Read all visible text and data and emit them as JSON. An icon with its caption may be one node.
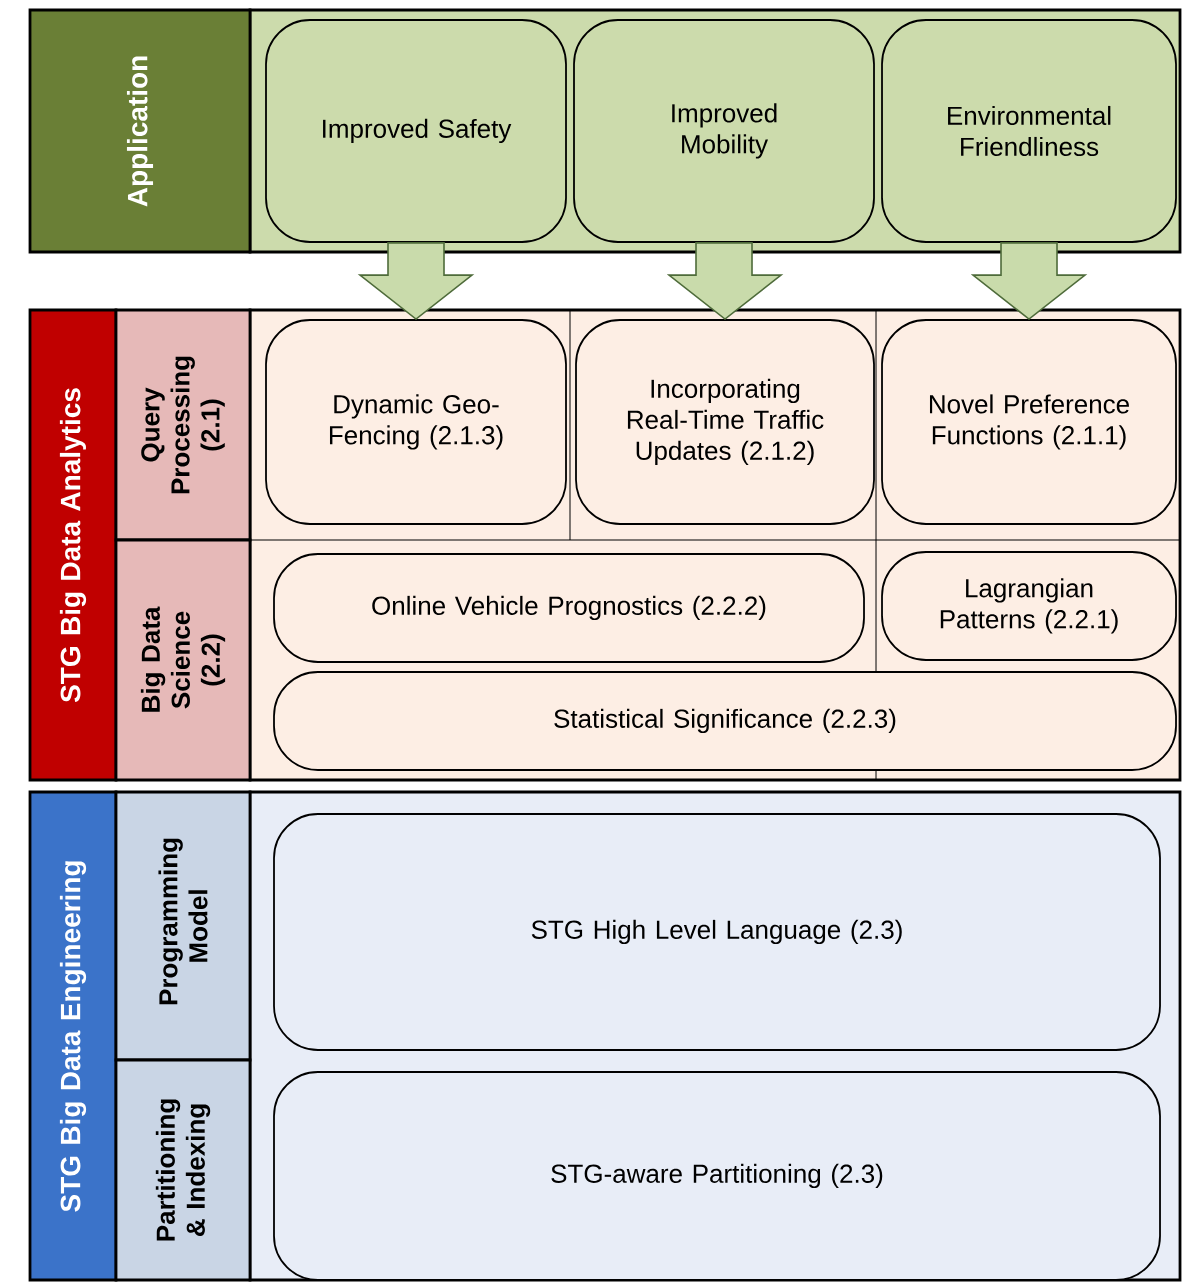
{
  "diagram": {
    "nodes": [
      {
        "text": [
          "Application"
        ]
      },
      {
        "text": [
          "Improved Safety"
        ]
      },
      {
        "text": [
          "Improved Mobility"
        ]
      },
      {
        "text": [
          "Environmental Friendliness"
        ]
      },
      {
        "text": [
          "STG Big Data Analytics"
        ]
      },
      {
        "text": [
          "Query Processing (2.1)"
        ]
      },
      {
        "text": [
          "Dynamic Geo-Fencing (2.1.3)"
        ]
      },
      {
        "text": [
          "Incorporating Real-Time Traffic Updates (2.1.2)"
        ]
      },
      {
        "text": [
          "Novel Preference Functions (2.1.1)"
        ]
      },
      {
        "text": [
          "Big Data Science (2.2)"
        ]
      },
      {
        "text": [
          "Online Vehicle Prognostics (2.2.2)"
        ]
      },
      {
        "text": [
          "Lagrangian Patterns (2.2.1)"
        ]
      },
      {
        "text": [
          "Statistical Significance (2.2.3)"
        ]
      },
      {
        "text": [
          "STG Big Data Engineering"
        ]
      },
      {
        "text": [
          "Programming Model"
        ]
      },
      {
        "text": [
          "STG High Level Language (2.3)"
        ]
      },
      {
        "text": [
          "Partitioning & Indexing"
        ]
      },
      {
        "text": [
          "STG-aware Partitioning (2.3)"
        ]
      }
    ],
    "edges": [
      {
        "from": 1,
        "to": 6,
        "arrow": "to"
      },
      {
        "from": 2,
        "to": 7,
        "arrow": "to"
      },
      {
        "from": 3,
        "to": 8,
        "arrow": "to"
      }
    ]
  }
}
